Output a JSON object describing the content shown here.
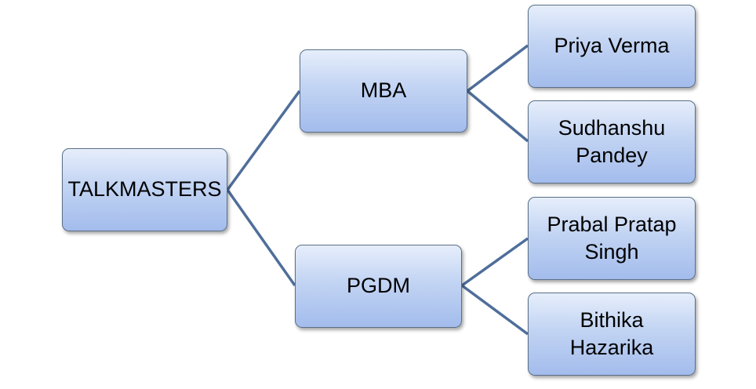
{
  "diagram": {
    "root": {
      "label": "TALKMASTERS"
    },
    "branches": [
      {
        "label": "MBA",
        "children": [
          {
            "lines": [
              "Priya Verma"
            ]
          },
          {
            "lines": [
              "Sudhanshu",
              "Pandey"
            ]
          }
        ]
      },
      {
        "label": "PGDM",
        "children": [
          {
            "lines": [
              "Prabal Pratap",
              "Singh"
            ]
          },
          {
            "lines": [
              "Bithika",
              "Hazarika"
            ]
          }
        ]
      }
    ],
    "colors": {
      "connector": "#4f6e9a",
      "border": "#5b6f86"
    }
  }
}
